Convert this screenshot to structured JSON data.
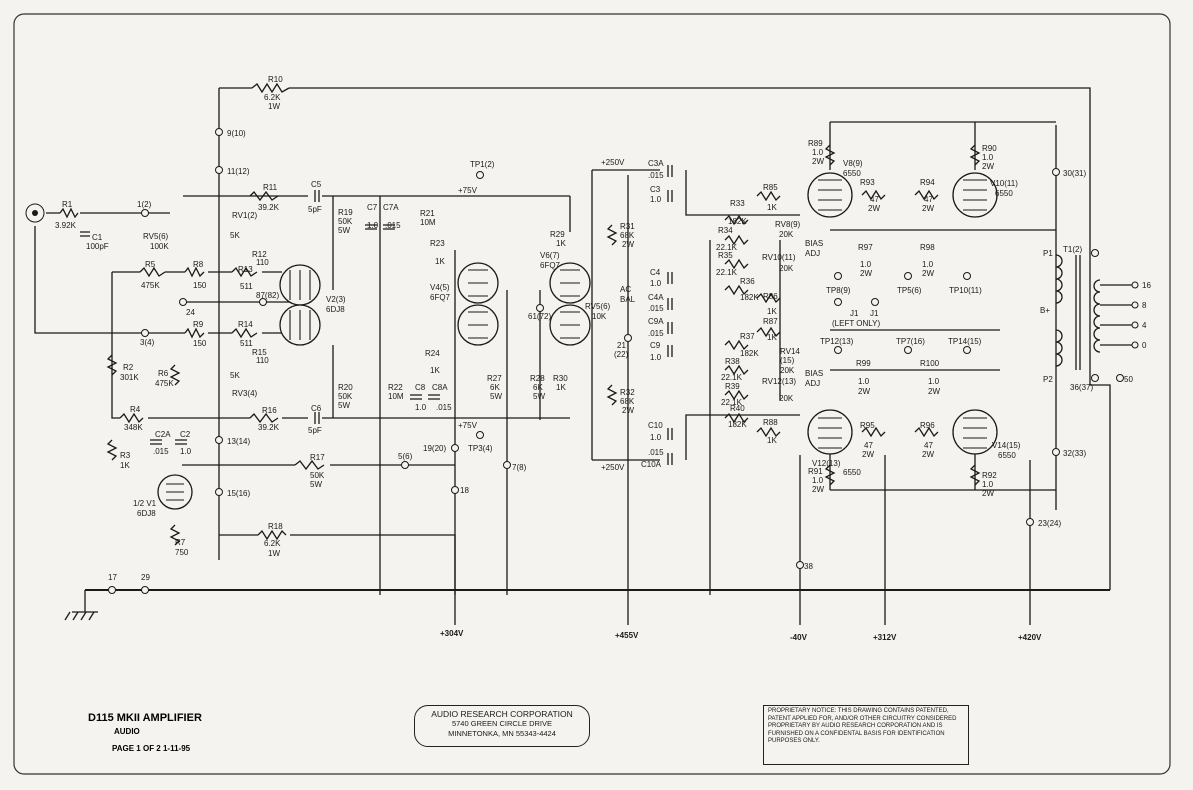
{
  "title_block": {
    "title": "D115 MKII AMPLIFIER",
    "subtitle": "AUDIO",
    "page": "PAGE 1 OF 2   1-11-95"
  },
  "company": {
    "name": "AUDIO RESEARCH CORPORATION",
    "address1": "5740 GREEN CIRCLE DRIVE",
    "address2": "MINNETONKA, MN 55343-4424"
  },
  "notice": {
    "line1": "PROPRIETARY NOTICE:  THIS DRAWING CONTAINS PATENTED,",
    "line2": "PATENT APPLIED FOR, AND/OR OTHER CIRCUITRY CONSIDERED",
    "line3": "PROPRIETARY BY AUDIO RESEARCH CORPORATION AND IS",
    "line4": "FURNISHED ON A CONFIDENTAL BASIS FOR IDENTIFICATION",
    "line5": "PURPOSES ONLY."
  },
  "rails": {
    "b304": "+304V",
    "b455": "+455V",
    "bm40": "-40V",
    "b312": "+312V",
    "b420": "+420V",
    "p75a": "+75V",
    "p75b": "+75V",
    "p250a": "+250V",
    "p250b": "+250V"
  },
  "tubes": {
    "v1a": "1/2 V1",
    "v1b": "6DJ8",
    "v2a": "V2(3)",
    "v2b": "6DJ8",
    "v4a": "V4(5)",
    "v4b": "6FQ7",
    "v6a": "V6(7)",
    "v6b": "6FQ7",
    "v8a": "V8(9)",
    "v8b": "6550",
    "v10a": "V10(11)",
    "v10b": "6550",
    "v12a": "V12(13)",
    "v12b": "6550",
    "v14a": "V14(15)",
    "v14b": "6550"
  },
  "resistors": {
    "r1n": "R1",
    "r1v": "3.92K",
    "r2n": "R2",
    "r2v": "301K",
    "r3n": "R3",
    "r3v": "1K",
    "r4n": "R4",
    "r4v": "348K",
    "r5n": "R5",
    "r5v": "475K",
    "r6n": "R6",
    "r6v": "475K",
    "r7n": "R7",
    "r7v": "750",
    "r8n": "R8",
    "r8v": "150",
    "r9n": "R9",
    "r9v": "150",
    "r10n": "R10",
    "r10v": "6.2K",
    "r10w": "1W",
    "r11n": "R11",
    "r11v": "39.2K",
    "r12n": "R12",
    "r12v": "110",
    "r13n": "R13",
    "r13v": "511",
    "r14n": "R14",
    "r14v": "511",
    "r15n": "R15",
    "r15v": "110",
    "r16n": "R16",
    "r16v": "39.2K",
    "r17n": "R17",
    "r17v": "50K",
    "r17w": "5W",
    "r18n": "R18",
    "r18v": "6.2K",
    "r18w": "1W",
    "r19n": "R19",
    "r19v": "50K",
    "r19w": "5W",
    "r20n": "R20",
    "r20v": "50K",
    "r20w": "5W",
    "r21n": "R21",
    "r21v": "10M",
    "r22n": "R22",
    "r22v": "10M",
    "r23n": "R23",
    "r23v": "1K",
    "r24n": "R24",
    "r24v": "1K",
    "r27n": "R27",
    "r27v": "6K",
    "r27w": "5W",
    "r28n": "R28",
    "r28v": "6K",
    "r28w": "5W",
    "r29n": "R29",
    "r29v": "1K",
    "r30n": "R30",
    "r30v": "1K",
    "r31n": "R31",
    "r31v": "68K",
    "r31w": "2W",
    "r32n": "R32",
    "r32v": "68K",
    "r32w": "2W",
    "r33n": "R33",
    "r33v": "182K",
    "r34n": "R34",
    "r34v": "22.1K",
    "r35n": "R35",
    "r35v": "22.1K",
    "r36n": "R36",
    "r36v": "182K",
    "r37n": "R37",
    "r37v": "182K",
    "r38n": "R38",
    "r38v": "22.1K",
    "r39n": "R39",
    "r39v": "22.1K",
    "r40n": "R40",
    "r40v": "182K",
    "r85n": "R85",
    "r85v": "1K",
    "r86n": "R86",
    "r86v": "1K",
    "r87n": "R87",
    "r87v": "1K",
    "r88n": "R88",
    "r88v": "1K",
    "r89n": "R89",
    "r89v": "1.0",
    "r89w": "2W",
    "r90n": "R90",
    "r90v": "1.0",
    "r90w": "2W",
    "r91n": "R91",
    "r91v": "1.0",
    "r91w": "2W",
    "r92n": "R92",
    "r92v": "1.0",
    "r92w": "2W",
    "r93n": "R93",
    "r93v": "47",
    "r93w": "2W",
    "r94n": "R94",
    "r94v": "47",
    "r94w": "2W",
    "r95n": "R95",
    "r95v": "47",
    "r95w": "2W",
    "r96n": "R96",
    "r96v": "47",
    "r96w": "2W",
    "r97n": "R97",
    "r97v": "1.0",
    "r97w": "2W",
    "r98n": "R98",
    "r98v": "1.0",
    "r98w": "2W",
    "r99n": "R99",
    "r99v": "1.0",
    "r99w": "2W",
    "r100n": "R100",
    "r100v": "1.0",
    "r100w": "2W"
  },
  "caps": {
    "c1n": "C1",
    "c1v": "100pF",
    "c2n": "C2",
    "c2v": "1.0",
    "c2an": "C2A",
    "c2av": ".015",
    "c5n": "C5",
    "c5v": "5pF",
    "c6n": "C6",
    "c6v": "5pF",
    "c7n": "C7",
    "c7v": "1.0",
    "c7an": "C7A",
    "c7av": ".015",
    "c8n": "C8",
    "c8v": "1.0",
    "c8an": "C8A",
    "c8av": ".015",
    "c3n": "C3",
    "c3v": "1.0",
    "c3an": "C3A",
    "c3av": ".015",
    "c4n": "C4",
    "c4v": "1.0",
    "c4an": "C4A",
    "c4av": ".015",
    "c9n": "C9",
    "c9v": "1.0",
    "c9an": "C9A",
    "c9av": ".015",
    "c10n": "C10",
    "c10v": "1.0",
    "c10an": "C10A",
    "c10av": ".015"
  },
  "pots": {
    "rv1n": "RV1(2)",
    "rv1v": "5K",
    "rv3n": "RV3(4)",
    "rv3v": "5K",
    "rv5n": "RV5(6)",
    "rv5v": "100K",
    "rv5bn": "RV5(6)",
    "rv5bv": "10K",
    "rv8n": "RV8(9)",
    "rv8v": "20K",
    "rv10n": "RV10(11)",
    "rv10v": "20K",
    "rv12n": "RV12(13)",
    "rv12v": "20K",
    "rv14n": "RV14",
    "rv14s": "(15)",
    "rv14v": "20K"
  },
  "nodes": {
    "n1": "1(2)",
    "n3": "3(4)",
    "n5": "5(6)",
    "n7": "7(8)",
    "n9": "9(10)",
    "n11": "11(12)",
    "n13": "13(14)",
    "n15": "15(16)",
    "n17": "17",
    "n18": "18",
    "n19": "19(20)",
    "n21": "21",
    "n22": "(22)",
    "n23": "23(24)",
    "n24": "24",
    "n29": "29",
    "n30": "30(31)",
    "n32": "32(33)",
    "n36": "36(37)",
    "n38": "38",
    "n50": "50",
    "n61": "61(72)",
    "n87": "87(82)"
  },
  "testpoints": {
    "tp1": "TP1(2)",
    "tp3": "TP3(4)",
    "tp5": "TP5(6)",
    "tp7": "TP7(16)",
    "tp8": "TP8(9)",
    "tp10": "TP10(11)",
    "tp12": "TP12(13)",
    "tp14": "TP14(15)"
  },
  "misc": {
    "bias1": "BIAS",
    "adj1": "ADJ",
    "bias2": "BIAS",
    "adj2": "ADJ",
    "ac": "AC",
    "bal": "BAL",
    "j1a": "J1",
    "j1b": "J1",
    "leftonly": "(LEFT ONLY)",
    "t1": "T1(2)",
    "p1": "P1",
    "p2": "P2",
    "bplus": "B+"
  },
  "outputs": {
    "o16": "16",
    "o8": "8",
    "o4": "4",
    "o0": "0"
  }
}
